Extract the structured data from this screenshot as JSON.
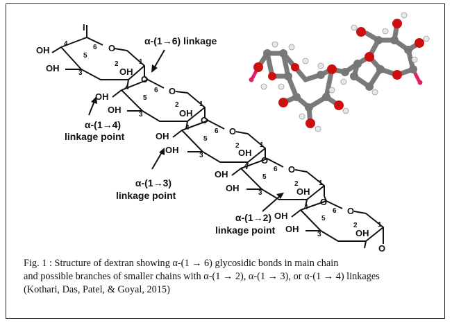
{
  "labels": {
    "l16": "α-(1→6) linkage",
    "l14_a": "α-(1→4)",
    "l14_b": "linkage point",
    "l13_a": "α-(1→3)",
    "l13_b": "linkage point",
    "l12_a": "α-(1→2)",
    "l12_b": "linkage point"
  },
  "atoms": {
    "oh": "OH",
    "n1": "1",
    "n2": "2",
    "n3": "3",
    "n4": "4",
    "n5": "5",
    "n6": "6"
  },
  "caption": {
    "line1": "Fig. 1 : Structure of dextran showing α-(1 → 6) glycosidic bonds in main chain",
    "line2": "and possible branches of smaller chains with α-(1 → 2), α-(1 → 3), or α-(1 → 4) linkages",
    "line3": "(Kothari, Das, Patel, & Goyal, 2015)"
  }
}
